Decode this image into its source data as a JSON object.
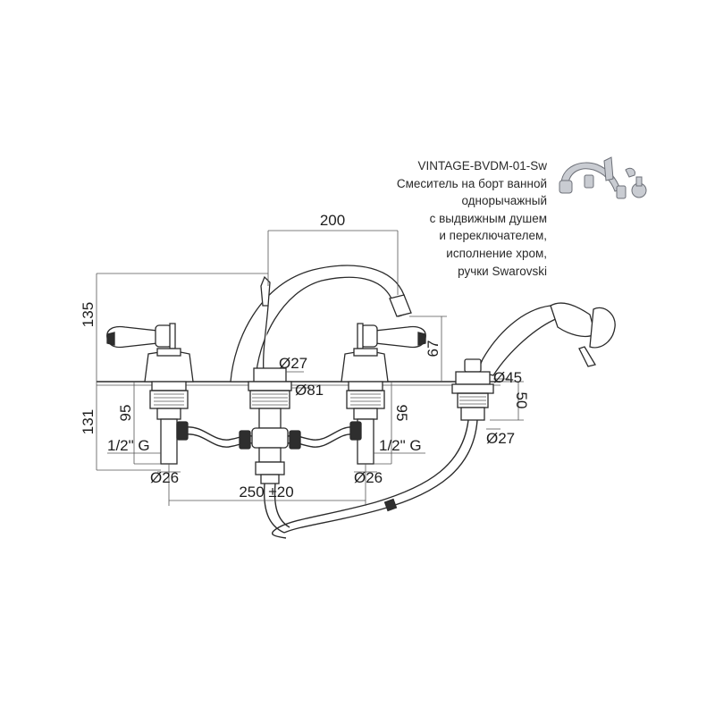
{
  "product": {
    "model": "VINTAGE-BVDM-01-Sw",
    "description_lines": [
      "Смеситель на борт ванной",
      "однорычажный",
      "с выдвижным душем",
      "и переключателем,",
      "исполнение хром,",
      "ручки Swarovski"
    ]
  },
  "dimensions": {
    "spout_reach": "200",
    "overall_height": "135",
    "spout_height": "67",
    "below_deck_total": "131",
    "left_shank": "95",
    "right_shank": "95",
    "center_pipe_dia": "Ø27",
    "deck_flange_dia": "Ø81",
    "shower_flange_dia": "Ø45",
    "shower_shank_height": "50",
    "shower_pipe_dia": "Ø27",
    "left_thread": "1/2\" G",
    "right_thread": "1/2\" G",
    "left_shank_dia": "Ø26",
    "right_shank_dia": "Ø26",
    "spacing": "250 ±20"
  }
}
